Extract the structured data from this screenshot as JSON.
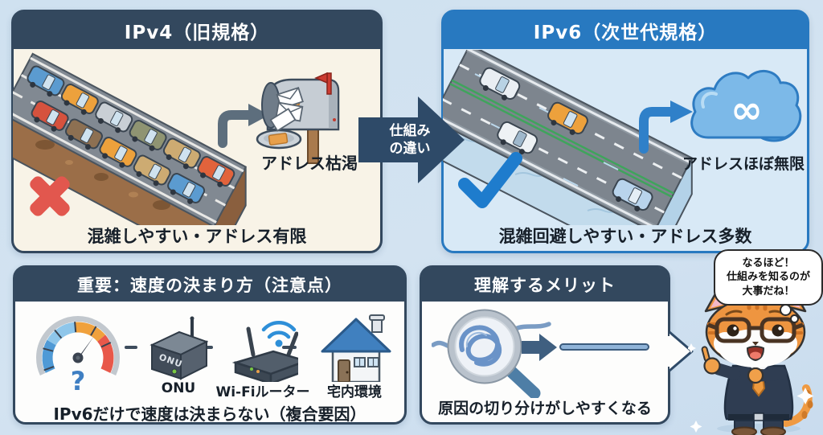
{
  "ipv4_panel": {
    "title": "IPv4（旧規格）",
    "illustration": "congested-isometric-road-with-many-cars",
    "address_label": "アドレス枯渇",
    "bottom_text": "混雑しやすい・アドレス有限",
    "status_icon": "x-mark"
  },
  "ipv6_panel": {
    "title": "IPv6（次世代規格）",
    "illustration": "clear-isometric-highway-with-few-cars",
    "address_label": "アドレスほぼ無限",
    "bottom_text": "混雑回避しやすい・アドレス多数",
    "status_icon": "check-mark",
    "infinity": "∞"
  },
  "connector": {
    "line1": "仕組み",
    "line2": "の違い"
  },
  "speed_panel": {
    "title": "重要：速度の決まり方（注意点）",
    "gauge_mark": "?",
    "onu_box_text": "ONU",
    "device_labels": [
      "ONU",
      "Wi-Fiルーター",
      "宅内環境"
    ],
    "bottom_text": "IPv6だけで速度は決まらない（複合要因）"
  },
  "merit_panel": {
    "title": "理解するメリット",
    "illustration": "magnifier-on-tangle-then-straight-line",
    "bottom_text": "原因の切り分けがしやすくなる"
  },
  "mascot": {
    "character": "cat-in-suit-with-glasses",
    "speech_lines": [
      "なるほど！",
      "仕組みを知るのが",
      "大事だね！"
    ]
  },
  "colors": {
    "page_bg": "#cfe1f0",
    "navy": "#33485e",
    "ipv6_blue": "#2879c0",
    "ipv4_body": "#f8f3e7",
    "ipv6_body": "#d8e9f6",
    "alert_red": "#e2574e",
    "check_blue": "#1e7ccd",
    "text": "#17202a"
  }
}
